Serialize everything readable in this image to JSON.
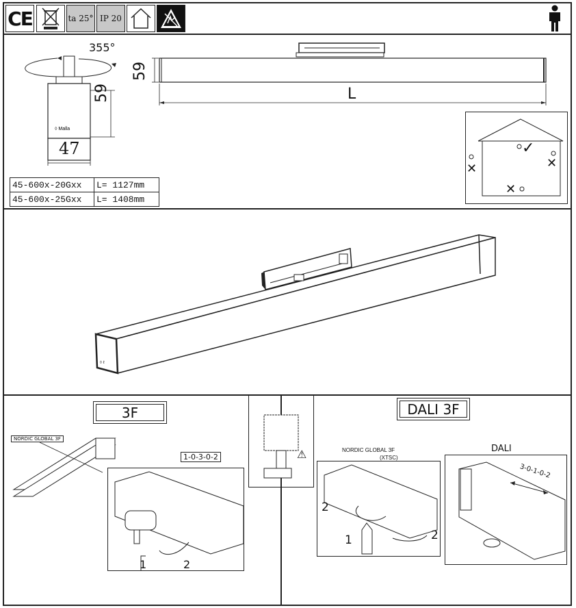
{
  "header": {
    "ce_mark": "CE",
    "ta_label": "ta 25°",
    "ip_label": "IP 20",
    "icons": [
      "weee-bin-icon",
      "indoor-house-icon",
      "esd-warning-icon",
      "person-icon"
    ]
  },
  "dimensions": {
    "rotation": "355°",
    "height_top": "59",
    "height_side": "59",
    "width": "47",
    "length": "L"
  },
  "spec_table": [
    {
      "model": "45-600x-20Gxx",
      "length": "L= 1127mm"
    },
    {
      "model": "45-600x-25Gxx",
      "length": "L= 1408mm"
    }
  ],
  "sections": {
    "left_title": "3F",
    "right_title": "DALI 3F",
    "left_rail_label": "NORDIC GLOBAL 3F",
    "left_code": "1-0-3-0-2",
    "right_rail_label": "NORDIC GLOBAL 3F",
    "right_rail_sub": "(XTSC)",
    "dali_label": "DALI",
    "dali_code": "3-0-1-0-2",
    "step1": "1",
    "step2": "2",
    "r_step1": "1",
    "r_step2a": "2",
    "r_step2b": "2"
  },
  "mounting_marks": {
    "ok": "✓",
    "bad": "✕"
  },
  "warning": "⚠"
}
